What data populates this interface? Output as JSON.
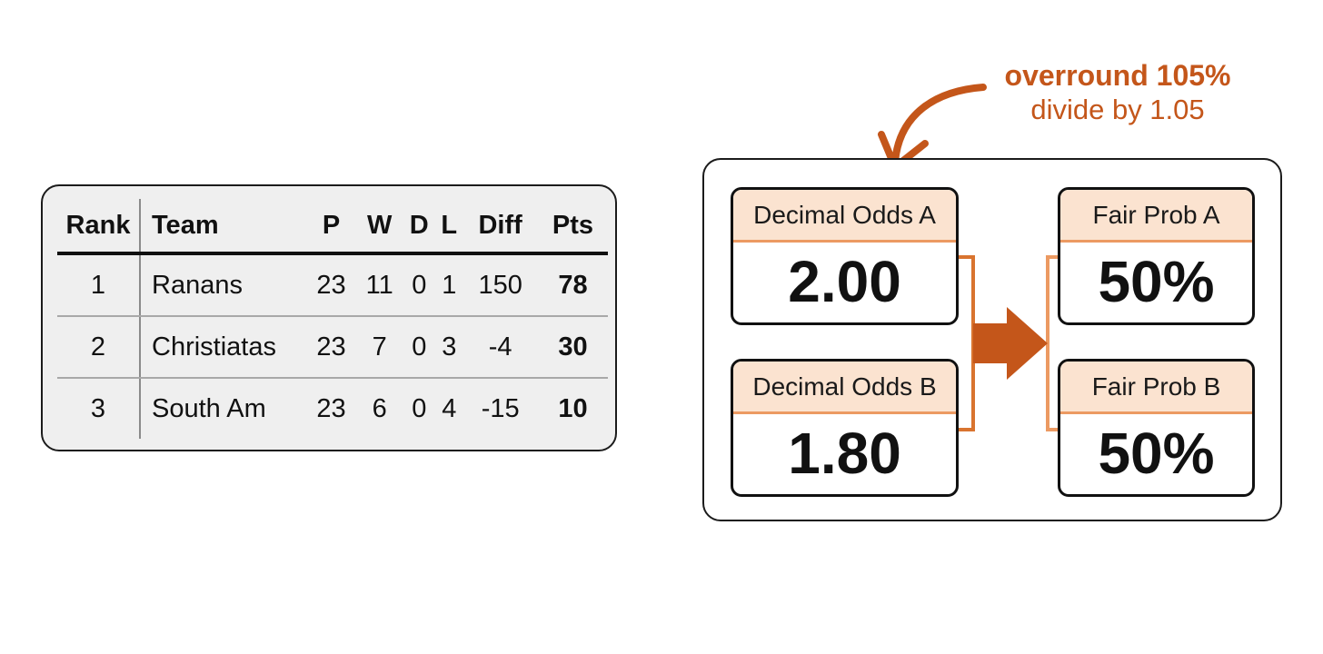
{
  "standings": {
    "headers": {
      "rank": "Rank",
      "team": "Team",
      "p": "P",
      "w": "W",
      "d": "D",
      "l": "L",
      "diff": "Diff",
      "pts": "Pts"
    },
    "rows": [
      {
        "rank": "1",
        "team": "Ranans",
        "p": "23",
        "w": "11",
        "d": "0",
        "l": "1",
        "diff": "150",
        "pts": "78"
      },
      {
        "rank": "2",
        "team": "Christiatas",
        "p": "23",
        "w": "7",
        "d": "0",
        "l": "3",
        "diff": "-4",
        "pts": "30"
      },
      {
        "rank": "3",
        "team": "South Am",
        "p": "23",
        "w": "6",
        "d": "0",
        "l": "4",
        "diff": "-15",
        "pts": "10"
      }
    ]
  },
  "conversion": {
    "odds_a": {
      "label": "Decimal Odds A",
      "value": "2.00"
    },
    "odds_b": {
      "label": "Decimal Odds B",
      "value": "1.80"
    },
    "prob_a": {
      "label": "Fair Prob A",
      "value": "50%"
    },
    "prob_b": {
      "label": "Fair Prob B",
      "value": "50%"
    }
  },
  "annotation": {
    "line1": "overround 105%",
    "line2": "divide by 1.05"
  },
  "colors": {
    "accent": "#c4561a",
    "header_fill": "#fbe3d0",
    "header_rule": "#ec9a62",
    "table_bg": "#efefef"
  }
}
